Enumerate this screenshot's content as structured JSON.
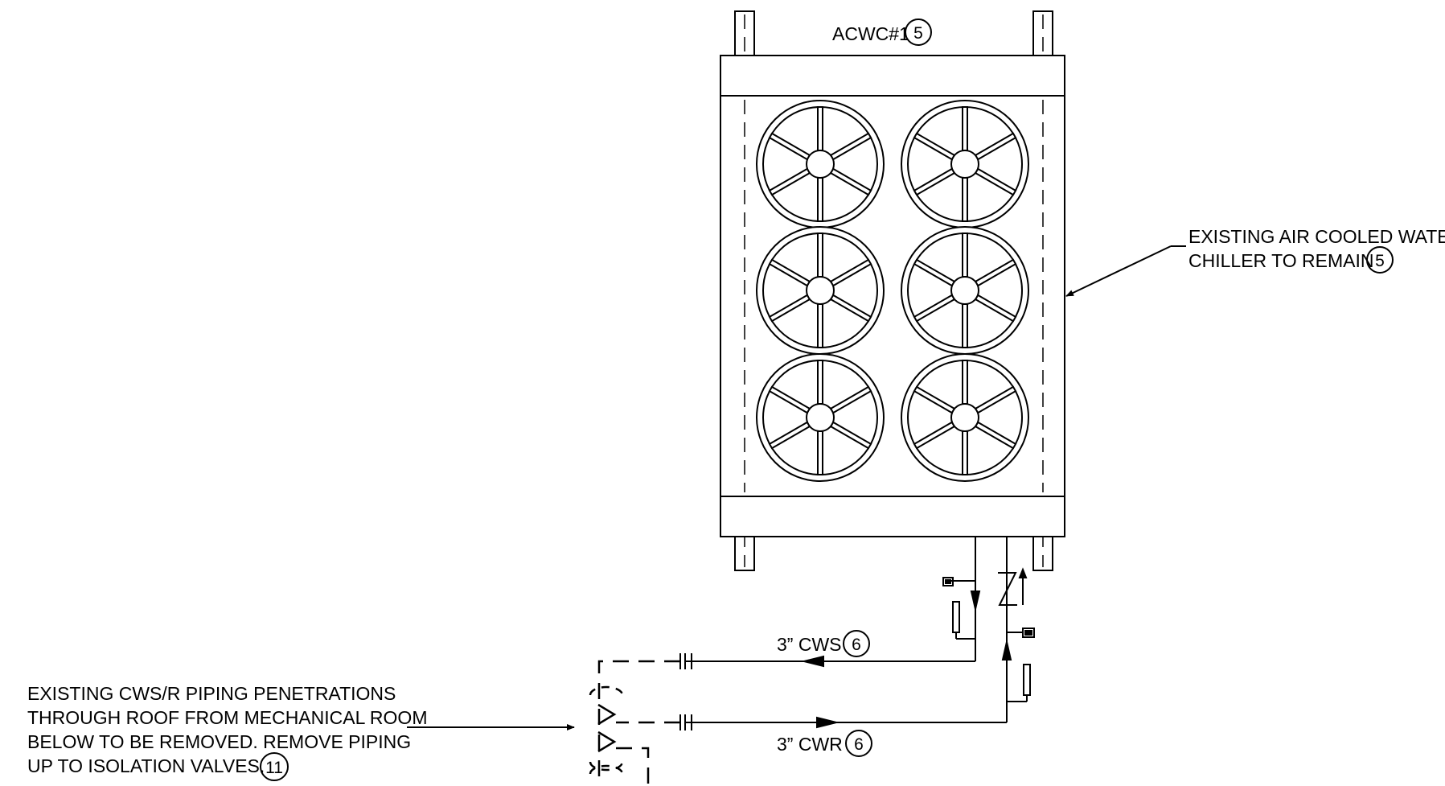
{
  "unit_tag": {
    "text": "ACWC#1",
    "note": "5"
  },
  "chiller_note": {
    "line1": "EXISTING AIR COOLED WATER",
    "line2": "CHILLER TO REMAIN",
    "note": "5"
  },
  "cws_label": {
    "text": "3” CWS",
    "note": "6"
  },
  "cwr_label": {
    "text": "3” CWR",
    "note": "6"
  },
  "penetration_note": {
    "line1": "EXISTING CWS/R PIPING PENETRATIONS",
    "line2": "THROUGH ROOF FROM MECHANICAL ROOM",
    "line3": "BELOW TO BE REMOVED. REMOVE PIPING",
    "line4": "UP TO ISOLATION VALVES.",
    "note": "11"
  },
  "fan_count": 6,
  "colors": {
    "line": "#000000",
    "background": "#ffffff"
  }
}
